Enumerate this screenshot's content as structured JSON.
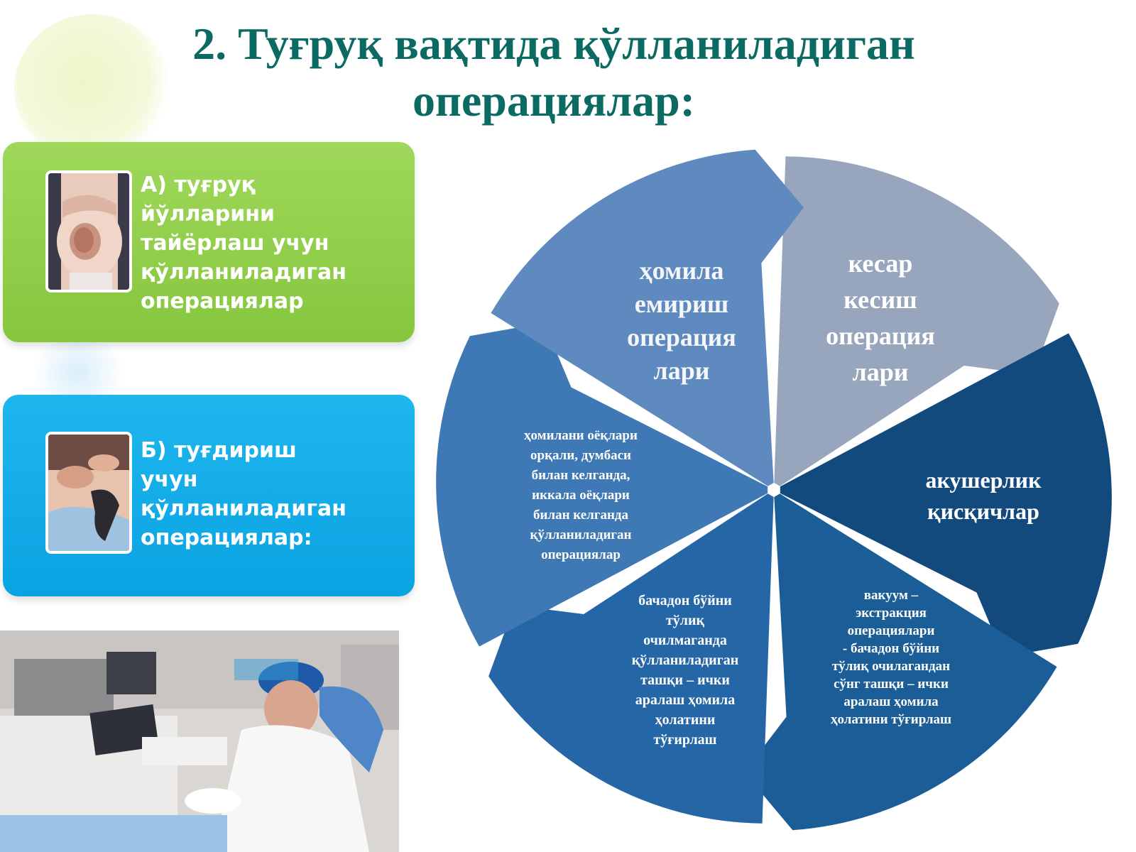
{
  "slide": {
    "title_line1": "2. Туғруқ вақтида қўлланиладиган",
    "title_line2": "операциялар:"
  },
  "cards": [
    {
      "label": "А) туғруқ\nйўлларини\nтайёрлаш  учун\nқўлланиладиган\nоперациялар",
      "color": "#92cf4b",
      "photo_icon": "pregnant-belly-photo"
    },
    {
      "label": "Б) туғдириш\nучун\nқўлланиладиган\nоперациялар:",
      "color": "#14acea",
      "photo_icon": "delivery-hands-photo"
    }
  ],
  "bottom_photo_icon": "ultrasound-doctor-photo",
  "diagram": {
    "segments": [
      {
        "label": "ҳомила\nемириш\nоперация\nлари",
        "color": "#97a6bd"
      },
      {
        "label": "кесар\nкесиш\nоперация\nлари",
        "color": "#124a7d"
      },
      {
        "label": "акушерлик\nқисқичлар",
        "color": "#1b5d96"
      },
      {
        "label": "вакуум –\nэкстракция\nоперациялари\n- бачадон бўйни\nтўлиқ очилагандан\nсўнг ташқи – ички\nаралаш ҳомила\nҳолатини тўғирлаш",
        "color": "#2566a7"
      },
      {
        "label": "бачадон бўйни\nтўлиқ\nочилмаганда\nқўлланиладиган\nташқи – ички\nаралаш ҳомила\nҳолатини\nтўғирлаш",
        "color": "#3f79b5"
      },
      {
        "label": "ҳомилани оёқлари\nорқали, думбаси\nбилан келганда,\nиккала оёқлари\nбилан келганда\nқўлланиладиган\nоперациялар",
        "color": "#5f8abf"
      }
    ]
  }
}
